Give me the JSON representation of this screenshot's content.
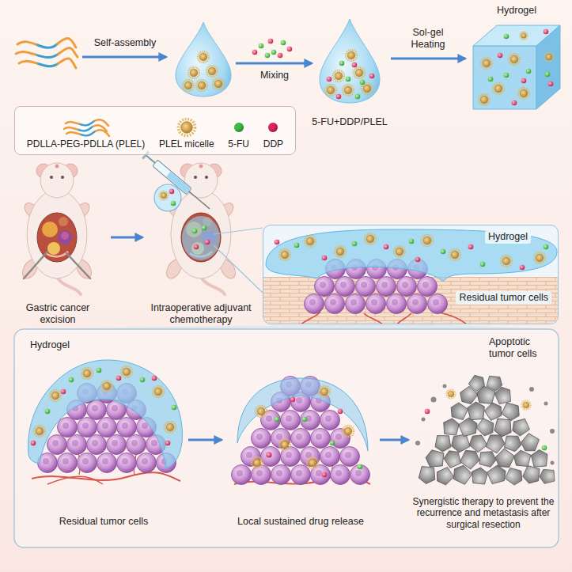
{
  "diagram": {
    "nodes": [
      {
        "text": [
          "5-FU+DDP/PLEL"
        ]
      },
      {
        "text": [
          "Hydrogel"
        ]
      },
      {
        "text": [
          "Gastric cancer excision"
        ]
      },
      {
        "text": [
          "Intraoperative adjuvant chemotherapy"
        ]
      },
      {
        "text": [
          "Hydrogel",
          "Residual tumor cells"
        ]
      },
      {
        "text": [
          "Hydrogel",
          "Residual tumor cells"
        ]
      },
      {
        "text": [
          "Local sustained drug release"
        ]
      },
      {
        "text": [
          "Apoptotic tumor cells",
          "Synergistic therapy to prevent the recurrence and metastasis after surgical resection"
        ]
      }
    ],
    "edges": [
      {
        "from": 0,
        "to": 1,
        "arrow": "to",
        "label": "Sol-gel Heating"
      },
      {
        "from": 2,
        "to": 3,
        "arrow": "to"
      },
      {
        "from": 5,
        "to": 6,
        "arrow": "to"
      },
      {
        "from": 6,
        "to": 7,
        "arrow": "to"
      }
    ],
    "labels": [
      "Self-assembly",
      "Mixing"
    ],
    "legend": [
      {
        "text": "PDLLA-PEG-PDLLA (PLEL)"
      },
      {
        "text": "PLEL micelle"
      },
      {
        "text": "5-FU",
        "color": "#3dbb45"
      },
      {
        "text": "DDP",
        "color": "#e0245e"
      }
    ]
  }
}
